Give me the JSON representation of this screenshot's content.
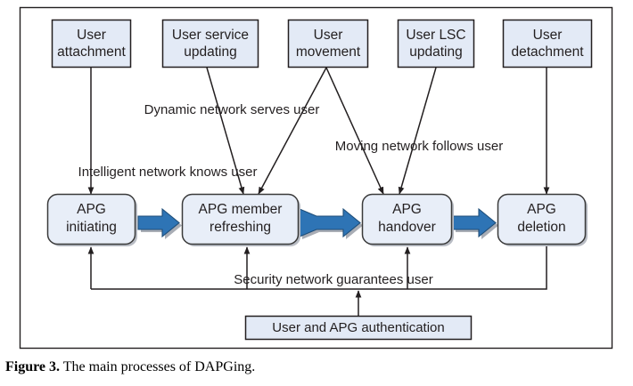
{
  "figure": {
    "caption_label": "Figure 3.",
    "caption_text": " The main processes of DAPGing.",
    "colors": {
      "event_box_fill": "#e3eaf6",
      "process_box_fill": "#e8eef8",
      "blue_arrow": "#2e74b5",
      "blue_arrow_border": "#1f4e79",
      "line": "#231f20",
      "text": "#231f20"
    }
  },
  "event_boxes": [
    {
      "id": "user-attachment",
      "line1": "User",
      "line2": "attachment"
    },
    {
      "id": "user-service-updating",
      "line1": "User service",
      "line2": "updating"
    },
    {
      "id": "user-movement",
      "line1": "User",
      "line2": "movement"
    },
    {
      "id": "user-lsc-updating",
      "line1": "User LSC",
      "line2": "updating"
    },
    {
      "id": "user-detachment",
      "line1": "User",
      "line2": "detachment"
    }
  ],
  "process_boxes": [
    {
      "id": "apg-initiating",
      "line1": "APG",
      "line2": "initiating"
    },
    {
      "id": "apg-member-refreshing",
      "line1": "APG member",
      "line2": "refreshing"
    },
    {
      "id": "apg-handover",
      "line1": "APG",
      "line2": "handover"
    },
    {
      "id": "apg-deletion",
      "line1": "APG",
      "line2": "deletion"
    }
  ],
  "annotations": [
    {
      "id": "dynamic-network",
      "text": "Dynamic network serves user"
    },
    {
      "id": "moving-network",
      "text": "Moving network follows user"
    },
    {
      "id": "intelligent-network",
      "text": "Intelligent network knows user"
    },
    {
      "id": "security-network",
      "text": "Security network guarantees user"
    }
  ],
  "auth_box": {
    "id": "user-and-apg-authentication",
    "text": "User and APG authentication"
  }
}
